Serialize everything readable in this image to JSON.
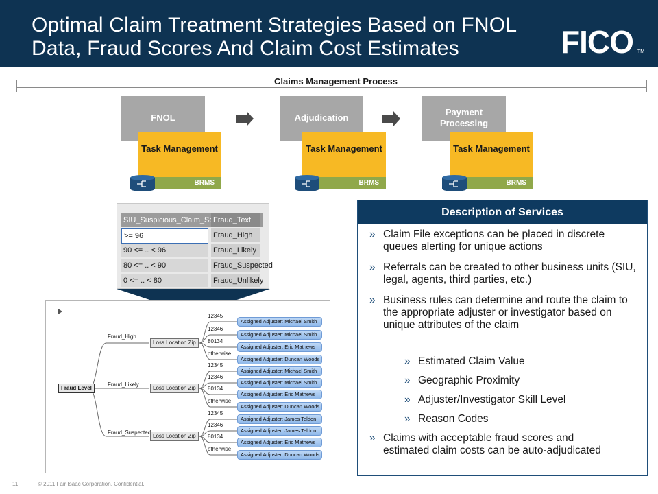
{
  "header": {
    "title_line1": "Optimal Claim Treatment Strategies Based on FNOL",
    "title_line2": "Data, Fraud Scores And Claim Cost Estimates",
    "logo": "FICO",
    "logo_tm": "TM"
  },
  "process": {
    "label": "Claims Management Process",
    "stages": [
      {
        "name": "FNOL",
        "task": "Task Management",
        "brms": "BRMS"
      },
      {
        "name": "Adjudication",
        "task": "Task Management",
        "brms": "BRMS"
      },
      {
        "name_line1": "Payment",
        "name_line2": "Processing",
        "task": "Task Management",
        "brms": "BRMS"
      }
    ]
  },
  "score_table": {
    "headers": [
      "SIU_Suspicious_Claim_Score",
      "Fraud_Text"
    ],
    "rows": [
      [
        ">= 96",
        "Fraud_High"
      ],
      [
        "90 <= .. < 96",
        "Fraud_Likely"
      ],
      [
        "80 <= .. < 90",
        "Fraud_Suspected"
      ],
      [
        "0 <= .. < 80",
        "Fraud_Unlikely"
      ]
    ]
  },
  "decision_tree": {
    "root": "Fraud Level",
    "branches": [
      {
        "label": "Fraud_High",
        "node": "Loss Location Zip",
        "zips": [
          "12345",
          "12346",
          "80134",
          "otherwise"
        ],
        "leaves": [
          "Assigned Adjuster: Michael Smith",
          "Assigned Adjuster: Michael Smith",
          "Assigned Adjuster: Eric Mathews",
          "Assigned Adjuster: Duncan Woods"
        ]
      },
      {
        "label": "Fraud_Likely",
        "node": "Loss Location Zip",
        "zips": [
          "12345",
          "12346",
          "80134",
          "otherwise"
        ],
        "leaves": [
          "Assigned Adjuster: Michael Smith",
          "Assigned Adjuster: Michael Smith",
          "Assigned Adjuster: Eric Mathews",
          "Assigned Adjuster: Duncan Woods"
        ]
      },
      {
        "label": "Fraud_Suspected",
        "node": "Loss Location Zip",
        "zips": [
          "12345",
          "12346",
          "80134",
          "otherwise"
        ],
        "leaves": [
          "Assigned Adjuster: James Teldon",
          "Assigned Adjuster: James Teldon",
          "Assigned Adjuster: Eric Mathews",
          "Assigned Adjuster: Duncan Woods"
        ]
      }
    ]
  },
  "description": {
    "title": "Description of Services",
    "bullets": [
      "Claim File exceptions can be placed in discrete queues alerting for unique actions",
      "Referrals can be created to other business units (SIU, legal, agents, third parties, etc.)",
      "Business rules can determine and route the claim to the appropriate adjuster or investigator based on unique attributes of the claim",
      "Claims with acceptable fraud scores and estimated claim costs can be auto-adjudicated"
    ],
    "sub_bullets": [
      "Estimated Claim Value",
      "Geographic Proximity",
      "Adjuster/Investigator Skill Level",
      "Reason Codes"
    ],
    "marker": "»"
  },
  "footer": {
    "page_number": "11",
    "copyright": "© 2011 Fair Isaac Corporation. Confidential."
  },
  "colors": {
    "header_bg": "#0e3352",
    "stage_gray": "#a7a7a7",
    "task_yellow": "#f7b924",
    "brms_green": "#90a84a",
    "panel_head": "#0e3a60"
  }
}
